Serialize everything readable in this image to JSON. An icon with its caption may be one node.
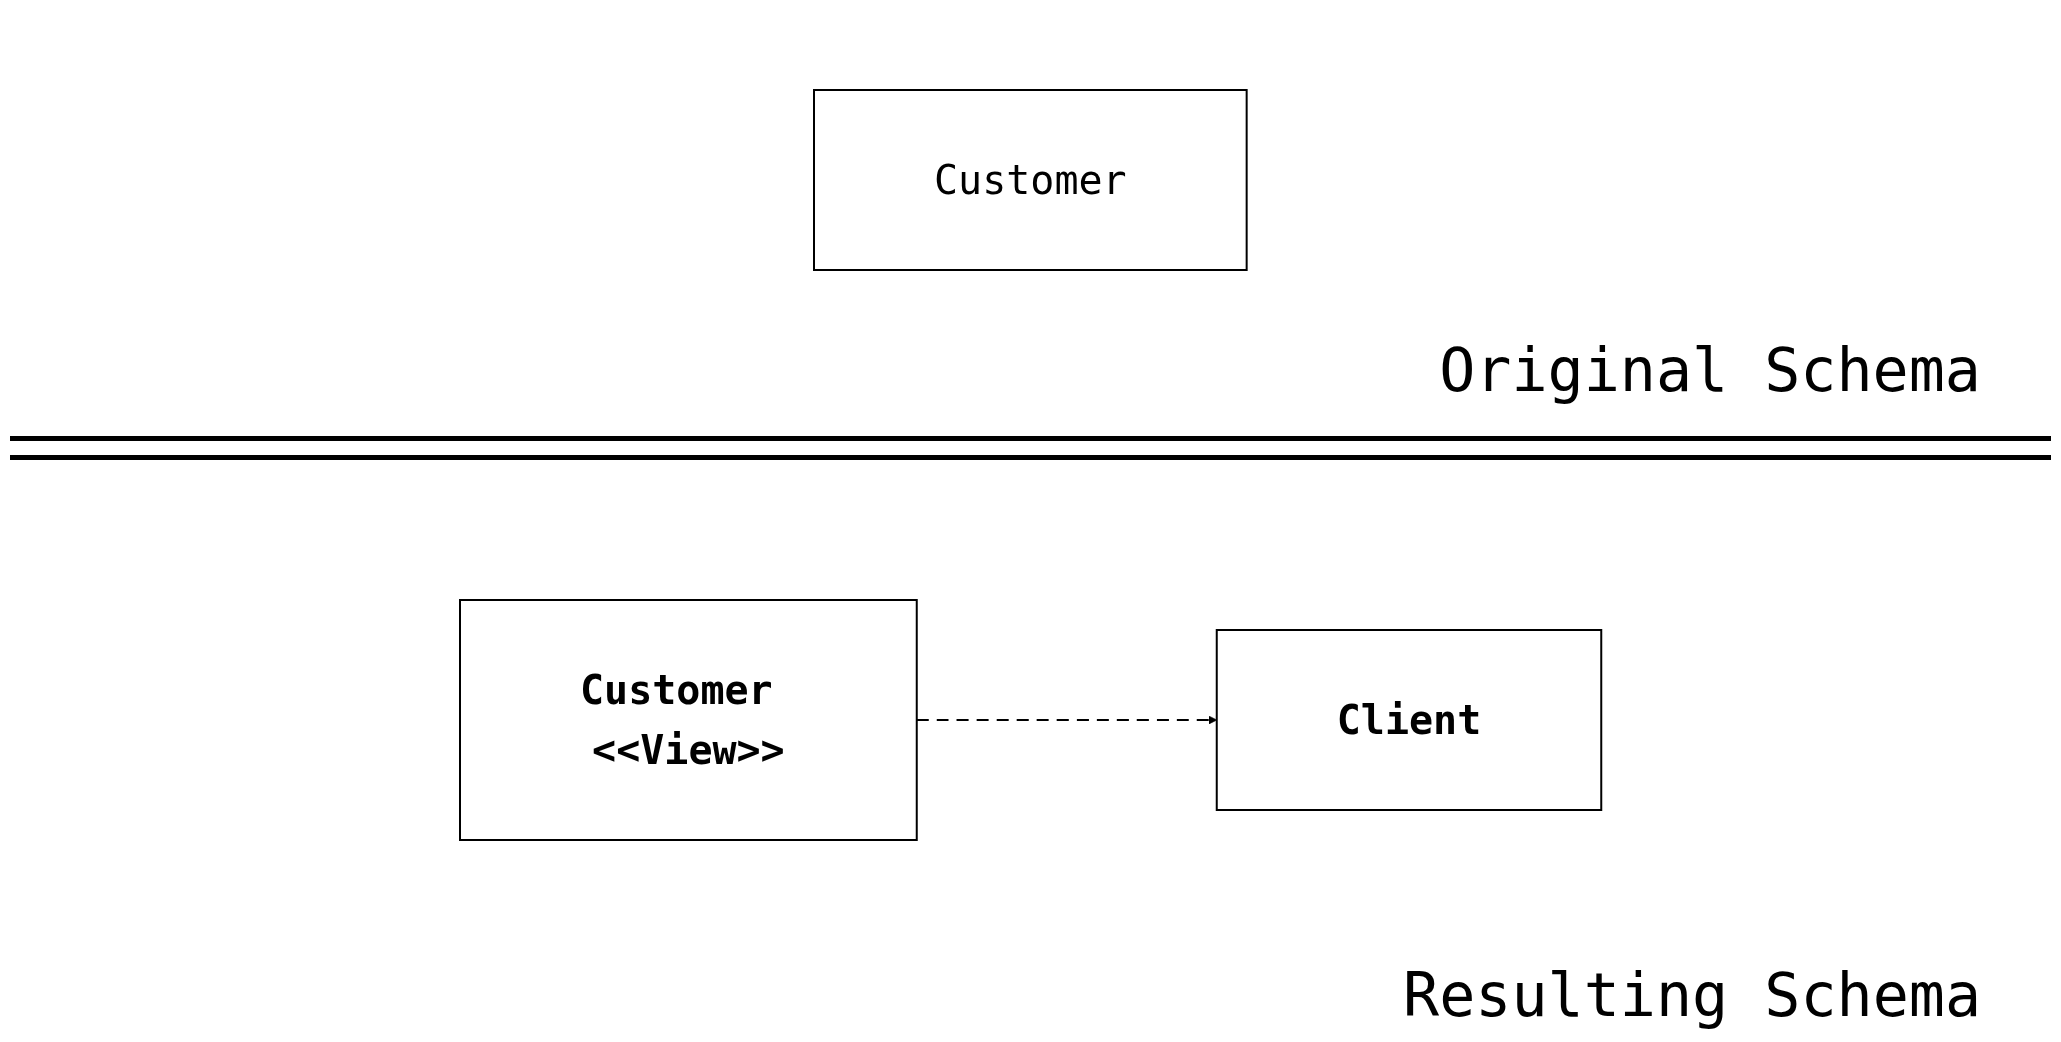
{
  "diagram": {
    "nodes": [
      {
        "text": [
          "Customer"
        ]
      },
      {
        "text": [
          "Customer <<View>>"
        ]
      },
      {
        "text": [
          "Client"
        ]
      }
    ],
    "edges": [
      {
        "from": 1,
        "to": 2,
        "arrow": "to",
        "style": "dashed"
      }
    ],
    "labels": [
      "Original Schema",
      "Resulting Schema"
    ]
  }
}
